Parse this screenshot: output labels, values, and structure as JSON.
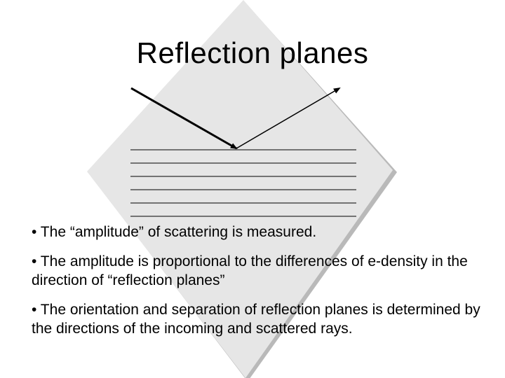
{
  "slide": {
    "title": "Reflection planes",
    "bullets": [
      "• The “amplitude” of scattering is measured.",
      "• The amplitude is proportional to the differences of e-density in the direction of “reflection planes”",
      "• The orientation and separation of reflection planes is determined by the directions of the incoming and scattered rays."
    ]
  },
  "colors": {
    "background": "#ffffff",
    "diamond_fill": "#e6e6e6",
    "diamond_edge": "#b9b9b9",
    "rays": "#000000",
    "planes": "#000000"
  },
  "diagram": {
    "plane_count": 6,
    "rays": [
      "incoming-ray-arrow",
      "scattered-ray-arrow"
    ]
  }
}
